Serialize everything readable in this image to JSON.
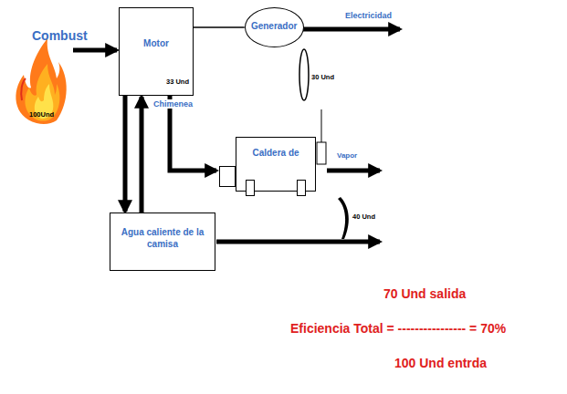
{
  "diagram": {
    "nodes": [
      {
        "text": [
          "Motor",
          "33 Und"
        ]
      },
      {
        "text": [
          "Generador"
        ]
      },
      {
        "text": [
          "Caldera de"
        ]
      },
      {
        "text": [
          "Agua caliente de la camisa"
        ]
      }
    ],
    "edges": [
      {
        "from": 0,
        "to": 1,
        "arrow": "none"
      },
      {
        "from": 0,
        "to": 2,
        "arrow": "to"
      },
      {
        "from": 0,
        "to": 3,
        "arrow": "to"
      },
      {
        "from": 3,
        "to": 0,
        "arrow": "to"
      }
    ],
    "labels": [
      "Combust",
      "100Und",
      "Electricidad",
      "Chimenea",
      "30 Und",
      "Vapor",
      "40 Und",
      "70 Und salida",
      "Eficiencia Total = ---------------- = 70%",
      "100 Und entrda"
    ]
  }
}
